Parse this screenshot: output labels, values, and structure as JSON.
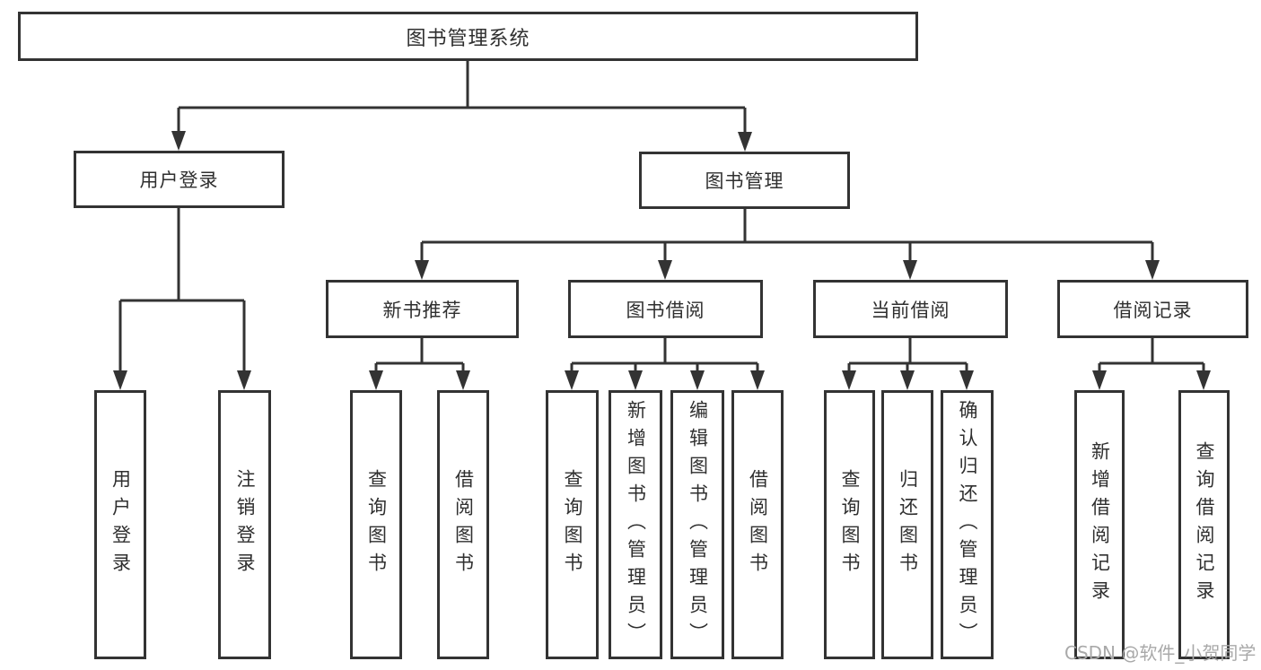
{
  "colors": {
    "line": "#333333",
    "text": "#2f2f2f",
    "watermark": "#a9a9a9",
    "bg": "#ffffff"
  },
  "watermark": {
    "text": "CSDN @软件_小贺同学"
  },
  "tree": {
    "root": {
      "label": "图书管理系统"
    },
    "user_login": {
      "label": "用户登录"
    },
    "book_mgmt": {
      "label": "图书管理"
    },
    "new_books": {
      "label": "新书推荐"
    },
    "book_borrow": {
      "label": "图书借阅"
    },
    "current_borrow": {
      "label": "当前借阅"
    },
    "borrow_records": {
      "label": "借阅记录"
    },
    "leaves": {
      "user_login": {
        "label": "用户登录"
      },
      "logout": {
        "label": "注销登录"
      },
      "nb_query": {
        "label": "查询图书"
      },
      "nb_borrow": {
        "label": "借阅图书"
      },
      "bb_query": {
        "label": "查询图书"
      },
      "bb_add": {
        "label": "新增图书（管理员）"
      },
      "bb_edit": {
        "label": "编辑图书（管理员）"
      },
      "bb_borrow": {
        "label": "借阅图书"
      },
      "cur_query": {
        "label": "查询图书"
      },
      "cur_return": {
        "label": "归还图书"
      },
      "cur_confirm": {
        "label": "确认归还（管理员）"
      },
      "rec_add": {
        "label": "新增借阅记录"
      },
      "rec_query": {
        "label": "查询借阅记录"
      }
    }
  }
}
